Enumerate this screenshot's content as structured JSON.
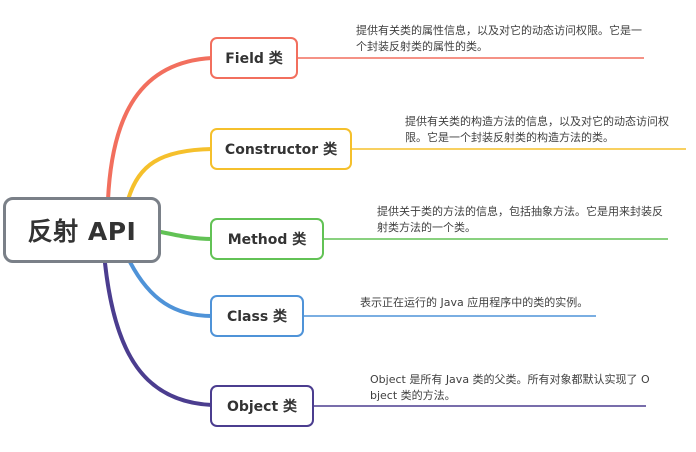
{
  "root": {
    "label": "反射 API"
  },
  "branches": [
    {
      "label": "Field 类",
      "description": "提供有关类的属性信息，以及对它的动态访问权限。它是一个封装反射类的属性的类。",
      "color": "#f26f5e"
    },
    {
      "label": "Constructor 类",
      "description": "提供有关类的构造方法的信息，以及对它的动态访问权限。它是一个封装反射类的构造方法的类。",
      "color": "#f5c02c"
    },
    {
      "label": "Method 类",
      "description": "提供关于类的方法的信息，包括抽象方法。它是用来封装反射类方法的一个类。",
      "color": "#62c255"
    },
    {
      "label": "Class 类",
      "description": "表示正在运行的 Java 应用程序中的类的实例。",
      "color": "#4f93d8"
    },
    {
      "label": "Object 类",
      "description": "Object 是所有 Java 类的父类。所有对象都默认实现了 Object 类的方法。",
      "color": "#4b3d8f"
    }
  ]
}
